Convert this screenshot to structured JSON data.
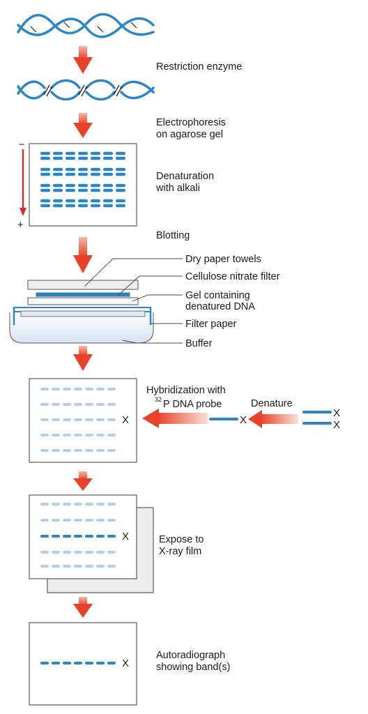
{
  "steps": {
    "restriction": "Restriction enzyme",
    "electrophoresis_1": "Electrophoresis",
    "electrophoresis_2": "on agarose gel",
    "denaturation_1": "Denaturation",
    "denaturation_2": "with alkali",
    "blotting": "Blotting",
    "hybridization_1": "Hybridization with",
    "hybridization_sup": "32",
    "hybridization_2": "P DNA probe",
    "denature": "Denature",
    "expose_1": "Expose to",
    "expose_2": "X-ray film",
    "autorad_1": "Autoradiograph",
    "autorad_2": "showing band(s)"
  },
  "gel_polarity": {
    "negative": "−",
    "positive": "+"
  },
  "blot_layers": {
    "towels": "Dry paper towels",
    "nitrocellulose": "Cellulose nitrate filter",
    "gel_1": "Gel containing",
    "gel_2": "denatured DNA",
    "filter_paper": "Filter paper",
    "buffer": "Buffer"
  },
  "marker": "X",
  "colors": {
    "dna": "#2b86c5",
    "band_faint": "#b3cfe8",
    "arrow": "#e8432a",
    "gel_border": "#3a3a3a",
    "tray": "#dde8f3"
  }
}
